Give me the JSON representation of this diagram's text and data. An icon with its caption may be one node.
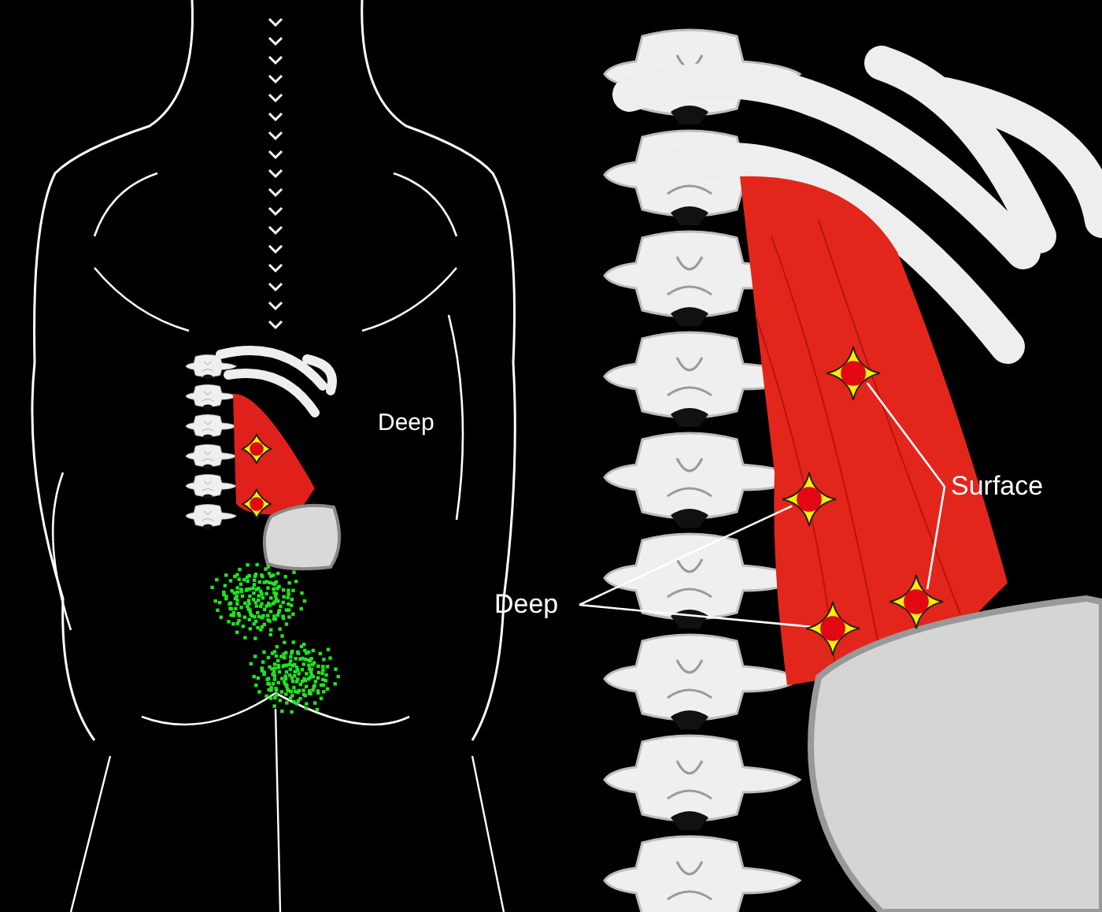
{
  "diagram": {
    "nodes": [
      {
        "text": [
          "Surface"
        ]
      },
      {
        "text": [
          "Deep"
        ]
      },
      {
        "text": [],
        "shape": "diamond"
      },
      {
        "text": [],
        "shape": "diamond"
      },
      {
        "text": [],
        "shape": "diamond"
      },
      {
        "text": [],
        "shape": "diamond"
      }
    ],
    "edges": [
      {
        "from": 0,
        "to": 2,
        "arrow": "none"
      },
      {
        "from": 0,
        "to": 4,
        "arrow": "none"
      },
      {
        "from": 1,
        "to": 3,
        "arrow": "none"
      },
      {
        "from": 1,
        "to": 5,
        "arrow": "none"
      }
    ],
    "labels": [
      "Deep"
    ]
  }
}
